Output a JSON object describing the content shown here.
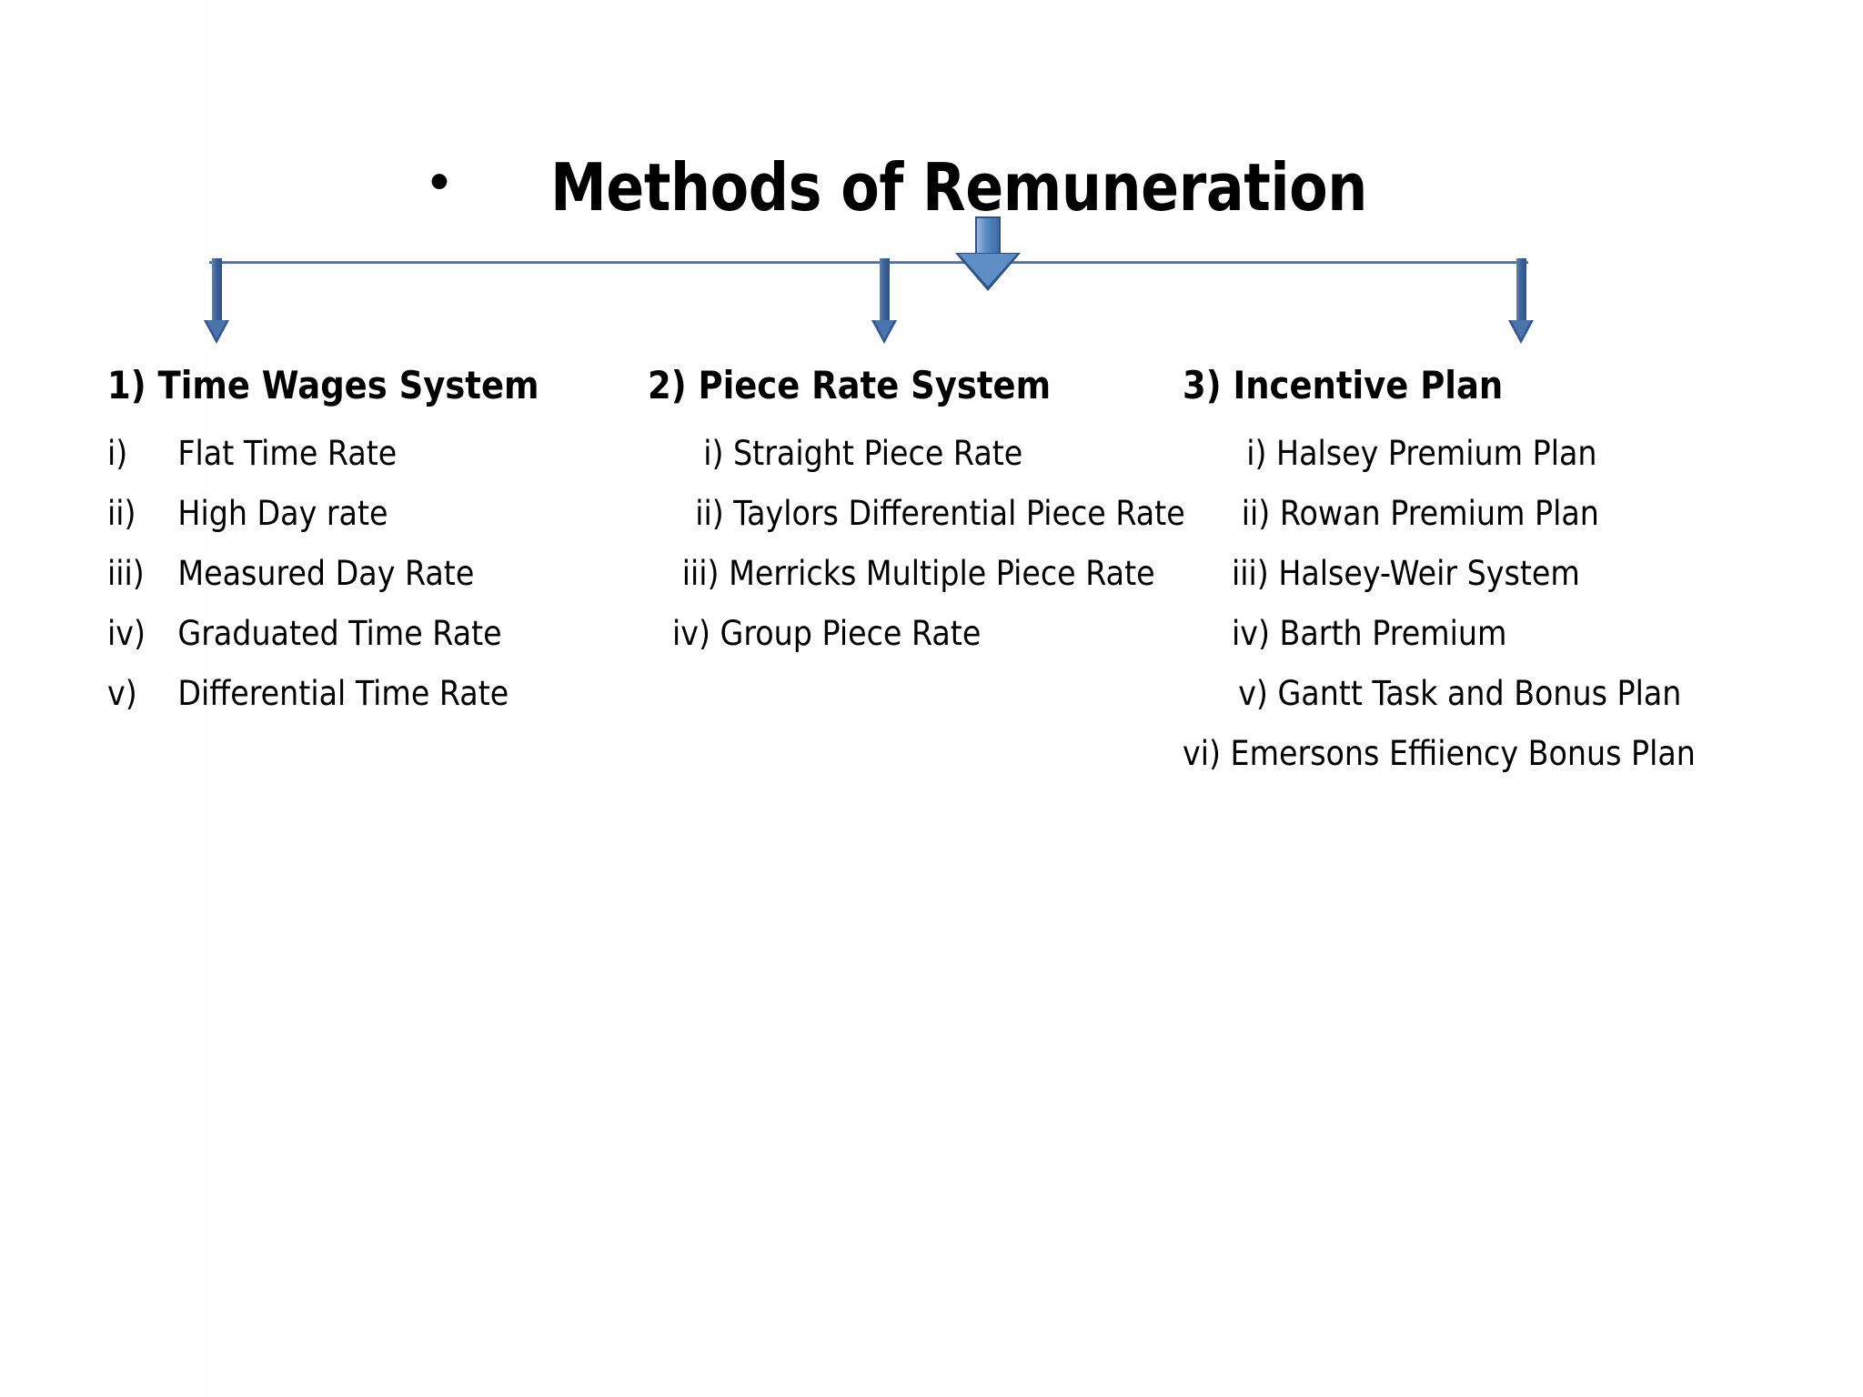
{
  "slide": {
    "background_color": "#ffffff",
    "title": {
      "bullet": "•",
      "text": "Methods of Remuneration"
    },
    "diagram": {
      "line_color": "#4a7ebb",
      "arrow_color": "#3c6399",
      "arrow_border_color": "#2f5282",
      "branch_count": 3,
      "title_arrow_name": "down-block-arrow"
    },
    "columns": [
      {
        "heading": "1)   Time Wages System",
        "items": [
          {
            "marker": "i)",
            "label": "Flat Time Rate"
          },
          {
            "marker": "ii)",
            "label": "High Day rate"
          },
          {
            "marker": "iii)",
            "label": "Measured Day Rate"
          },
          {
            "marker": "iv)",
            "label": "Graduated Time Rate"
          },
          {
            "marker": "v)",
            "label": "Differential Time Rate"
          }
        ]
      },
      {
        "heading": "2) Piece Rate System",
        "items": [
          {
            "marker": "i)",
            "label": " Straight Piece Rate"
          },
          {
            "marker": "ii)",
            "label": " Taylors Differential Piece Rate"
          },
          {
            "marker": "iii)",
            "label": " Merricks Multiple Piece Rate"
          },
          {
            "marker": "iv)",
            "label": " Group Piece Rate"
          }
        ]
      },
      {
        "heading": "3) Incentive Plan",
        "items": [
          {
            "marker": "i)",
            "label": " Halsey Premium Plan"
          },
          {
            "marker": "ii)",
            "label": " Rowan Premium Plan"
          },
          {
            "marker": "iii)",
            "label": " Halsey-Weir System"
          },
          {
            "marker": "iv)",
            "label": " Barth Premium"
          },
          {
            "marker": "v)",
            "label": " Gantt Task and Bonus Plan"
          },
          {
            "marker": "vi)",
            "label": " Emersons Effiiency Bonus Plan"
          }
        ]
      }
    ]
  }
}
